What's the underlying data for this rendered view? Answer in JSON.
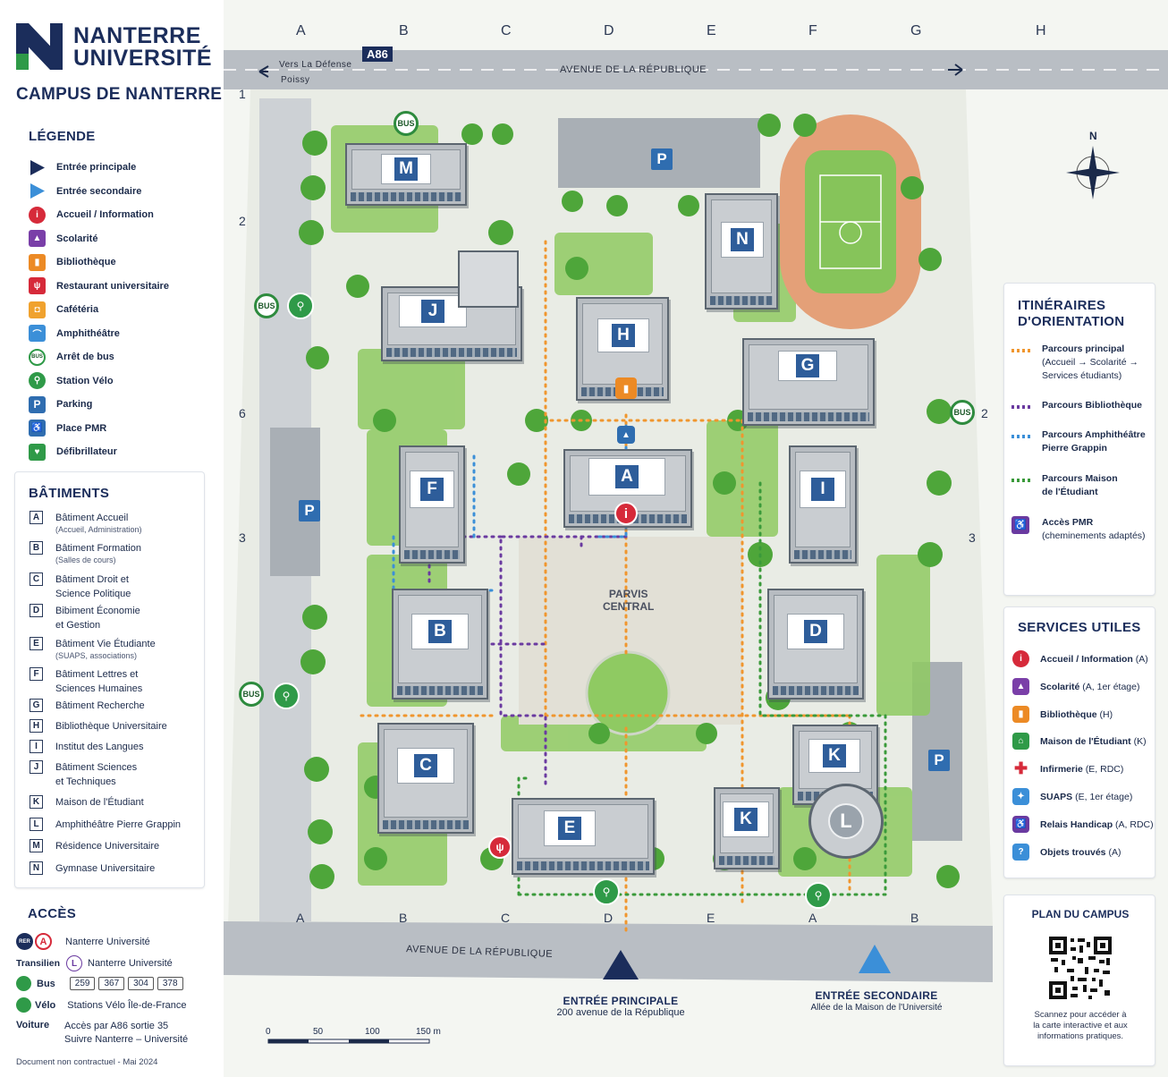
{
  "brand": {
    "logo_line1": "NANTERRE",
    "logo_line2": "UNIVERSITÉ",
    "campus_title": "CAMPUS DE NANTERRE"
  },
  "colors": {
    "navy": "#1b2d5b",
    "building_blue": "#2e5d9a",
    "route_main": "#f0962e",
    "route_library": "#6a3aa0",
    "route_amphi": "#3b8fd8",
    "route_student": "#3a9a3a",
    "route_pmr": "#6a3aa0",
    "green": "#2f9a48"
  },
  "legend": {
    "title": "LÉGENDE",
    "items": [
      {
        "label": "Entrée principale",
        "icon": "triangle-navy-icon"
      },
      {
        "label": "Entrée secondaire",
        "icon": "triangle-blue-icon"
      },
      {
        "label": "Accueil / Information",
        "icon": "info-icon"
      },
      {
        "label": "Scolarité",
        "icon": "scolarite-icon"
      },
      {
        "label": "Bibliothèque",
        "icon": "book-icon"
      },
      {
        "label": "Restaurant universitaire",
        "icon": "restaurant-icon"
      },
      {
        "label": "Cafétéria",
        "icon": "cafeteria-icon"
      },
      {
        "label": "Amphithéâtre",
        "icon": "amphitheatre-icon"
      },
      {
        "label": "Arrêt de bus",
        "icon": "bus-icon"
      },
      {
        "label": "Station Vélo",
        "icon": "bike-icon"
      },
      {
        "label": "Parking",
        "icon": "parking-icon"
      },
      {
        "label": "Place PMR",
        "icon": "wheelchair-icon"
      },
      {
        "label": "Défibrillateur",
        "icon": "defibrillator-icon"
      }
    ]
  },
  "buildings": {
    "title": "BÂTIMENTS",
    "items": [
      {
        "key": "A",
        "name": "Bâtiment Accueil",
        "sub": "(Accueil, Administration)"
      },
      {
        "key": "B",
        "name": "Bâtiment Formation",
        "sub": "(Salles de cours)"
      },
      {
        "key": "C",
        "name": "Bâtiment Droit et Science Politique",
        "sub": ""
      },
      {
        "key": "D",
        "name": "Bibiment Économie et Gestion",
        "sub": ""
      },
      {
        "key": "E",
        "name": "Bâtiment Vie Étudiante",
        "sub": "(SUAPS, associations)"
      },
      {
        "key": "F",
        "name": "Bâtiment Lettres et Sciences Humaines",
        "sub": ""
      },
      {
        "key": "G",
        "name": "Bâtiment Recherche",
        "sub": ""
      },
      {
        "key": "H",
        "name": "Bibliothèque Universitaire",
        "sub": ""
      },
      {
        "key": "I",
        "name": "Institut des Langues",
        "sub": ""
      },
      {
        "key": "J",
        "name": "Bâtiment Sciences et Techniques",
        "sub": ""
      },
      {
        "key": "K",
        "name": "Maison de l'Étudiant",
        "sub": ""
      },
      {
        "key": "L",
        "name": "Amphithéâtre Pierre Grappin",
        "sub": ""
      },
      {
        "key": "M",
        "name": "Résidence Universitaire",
        "sub": ""
      },
      {
        "key": "N",
        "name": "Gymnase Universitaire",
        "sub": ""
      }
    ]
  },
  "access": {
    "title": "ACCÈS",
    "rer_station": "Nanterre Université",
    "transilien_label": "Transilien",
    "transilien_line": "L",
    "transilien_station": "Nanterre Université",
    "bus_label": "Bus",
    "bus_lines": [
      "259",
      "367",
      "304",
      "378"
    ],
    "velo_label": "Vélo",
    "velo_text": "Stations Vélo Île-de-France",
    "voiture_label": "Voiture",
    "voiture_line1": "Accès par A86 sortie 35",
    "voiture_line2": "Suivre Nanterre – Université",
    "rer_line": "A"
  },
  "footnote": "Document non contractuel - Mai 2024",
  "map": {
    "grid_letters_top": [
      "A",
      "B",
      "C",
      "D",
      "E",
      "F",
      "G",
      "H"
    ],
    "grid_letters_bottom": [
      "A",
      "B",
      "C",
      "D",
      "E",
      "A",
      "B"
    ],
    "grid_nums_left": [
      "1",
      "2",
      "6",
      "3"
    ],
    "grid_nums_right": [
      "2",
      "3"
    ],
    "road_top": "AVENUE DE LA RÉPUBLIQUE",
    "road_bottom": "AVENUE DE LA RÉPUBLIQUE",
    "a86_label": "A86",
    "direction_left_1": "Vers La Défense",
    "direction_left_2": "Poissy",
    "parvis_line1": "PARVIS",
    "parvis_line2": "CENTRAL",
    "compass_n": "N",
    "building_labels": [
      "M",
      "N",
      "J",
      "H",
      "G",
      "F",
      "A",
      "I",
      "B",
      "D",
      "C",
      "K",
      "E",
      "K",
      "L"
    ],
    "parking_label": "P",
    "bus_label": "BUS",
    "entry_main_title": "ENTRÉE PRINCIPALE",
    "entry_main_sub": "200 avenue de la République",
    "entry_secondary_title": "ENTRÉE SECONDAIRE",
    "entry_secondary_sub": "Allée de la Maison de l'Université",
    "scale": [
      "0",
      "50",
      "100",
      "150 m"
    ],
    "info_marker": "i"
  },
  "itineraries": {
    "title_line1": "ITINÉRAIRES",
    "title_line2": "D'ORIENTATION",
    "items": [
      {
        "title": "Parcours principal",
        "sub": "(Accueil → Scolarité → Services étudiants)"
      },
      {
        "title": "Parcours Bibliothèque",
        "sub": ""
      },
      {
        "title": "Parcours Amphithéâtre Pierre Grappin",
        "sub": ""
      },
      {
        "title": "Parcours Maison de l'Étudiant",
        "sub": ""
      },
      {
        "title": "Accès PMR",
        "sub": "(cheminements adaptés)"
      }
    ]
  },
  "services": {
    "title": "SERVICES UTILES",
    "items": [
      {
        "label": "Accueil / Information",
        "loc": "(A)",
        "icon": "info-icon"
      },
      {
        "label": "Scolarité",
        "loc": "(A, 1er étage)",
        "icon": "scolarite-icon"
      },
      {
        "label": "Bibliothèque",
        "loc": "(H)",
        "icon": "book-icon"
      },
      {
        "label": "Maison de l'Étudiant",
        "loc": "(K)",
        "icon": "home-icon"
      },
      {
        "label": "Infirmerie",
        "loc": "(E, RDC)",
        "icon": "cross-icon"
      },
      {
        "label": "SUAPS",
        "loc": "(E, 1er étage)",
        "icon": "sport-icon"
      },
      {
        "label": "Relais Handicap",
        "loc": "(A, RDC)",
        "icon": "wheelchair-icon"
      },
      {
        "label": "Objets trouvés",
        "loc": "(A)",
        "icon": "question-icon"
      }
    ]
  },
  "plan": {
    "title": "PLAN DU CAMPUS",
    "caption": "Scannez pour accéder à la carte interactive et aux informations pratiques."
  }
}
